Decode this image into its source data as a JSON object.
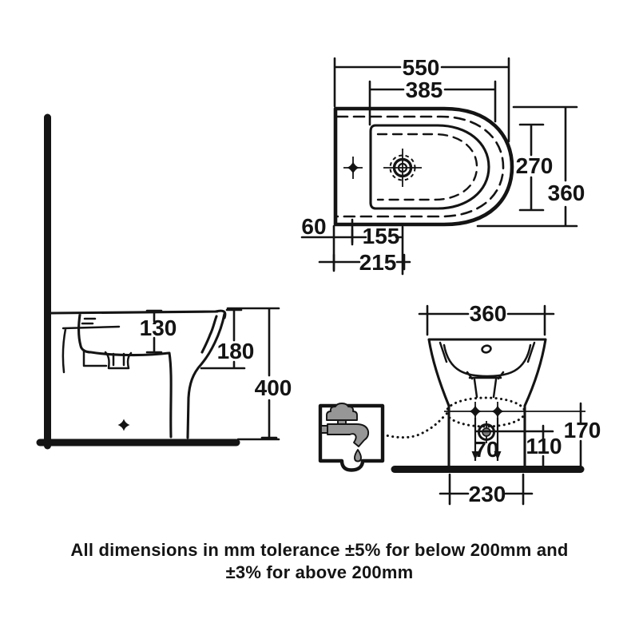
{
  "caption": {
    "line1": "All dimensions in mm tolerance ±5% for below 200mm and",
    "line2": "±3% for above 200mm"
  },
  "top_view": {
    "overall_length": "550",
    "bowl_length": "385",
    "bowl_width": "270",
    "overall_width": "360",
    "tap_hole_from_back": "60",
    "hole_spacing": "155",
    "mixer_hole_from_back": "215"
  },
  "side_view": {
    "bowl_depth": "130",
    "rim_to_skirt": "180",
    "overall_height": "400"
  },
  "front_view": {
    "overall_width": "360",
    "tap_hole_spacing": "70",
    "waste_height": "110",
    "tap_hole_height": "170",
    "base_width": "230"
  },
  "icons": {
    "tap_detail": "faucet-icon",
    "tap_hole_marker": "cross-target-icon",
    "mixer_hole_marker": "circle-target-icon",
    "waste_outlet_marker": "drain-icon",
    "floor_marker": "diamond-icon"
  },
  "colors": {
    "ink": "#141414",
    "tap_fill": "#969696",
    "background": "#ffffff"
  }
}
